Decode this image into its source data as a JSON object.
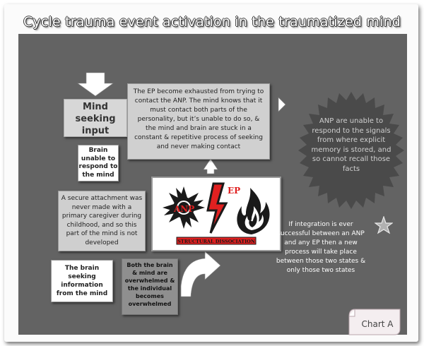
{
  "title": "Cycle trauma event activation in the traumatized mind",
  "boxes": {
    "mind_seeking": "Mind seeking input",
    "ep_exhausted": "The EP become exhausted from trying to contact the ANP. The mind knows that it must contact both parts of the personality, but it’s unable to do so, & the mind and brain are stuck in a constant & repetitive process of seeking and never making contact",
    "brain_unable": "Brain unable to respond to the mind",
    "secure_attachment": "A secure attachment was never made with a primary caregiver during childhood, and so this part of the mind is not developed",
    "brain_seeking": "The brain seeking information from the mind",
    "overwhelmed": "Both the brain & mind are overwhelmed & the individual becomes overwhelmed",
    "anp_unable": "ANP are unable to respond to the signals from where explicit memory is stored, and so cannot recall those facts",
    "integration": "If integration is ever successful between an ANP and any EP then a new process will take place between those two states & only those two states"
  },
  "logo": {
    "anp_label": "ANP",
    "ep_label": "EP",
    "caption": "STRUCTURAL DISSOCIATION"
  },
  "chart_tag": "Chart A",
  "colors": {
    "panel": "#636363",
    "box_light": "#d7d7d7",
    "box_mid": "#c7c7c7",
    "box_white": "#ffffff",
    "star_dark": "#4a4a4a",
    "accent_red": "#e02020"
  }
}
